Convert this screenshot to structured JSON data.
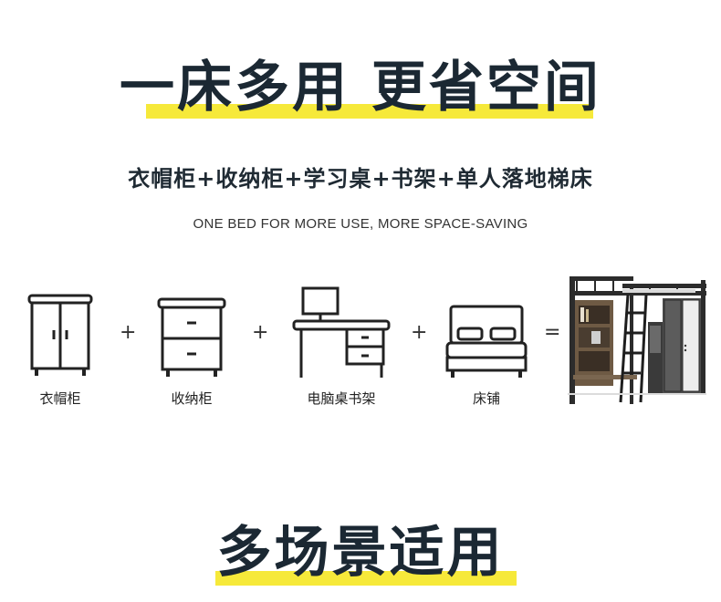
{
  "headline1": "一床多用 更省空间",
  "subtitle": "衣帽柜+收纳柜+学习桌+书架+单人落地梯床",
  "subtitle_en": "ONE BED FOR MORE USE, MORE SPACE-SAVING",
  "items": [
    {
      "label": "衣帽柜",
      "icon": "wardrobe-icon"
    },
    {
      "label": "收纳柜",
      "icon": "storage-cabinet-icon"
    },
    {
      "label": "电脑桌书架",
      "icon": "computer-desk-icon"
    },
    {
      "label": "床铺",
      "icon": "bed-icon"
    }
  ],
  "operators": {
    "plus": "+",
    "equals": "="
  },
  "headline2": "多场景适用",
  "colors": {
    "accent": "#f6e93a",
    "text": "#1b2833"
  }
}
